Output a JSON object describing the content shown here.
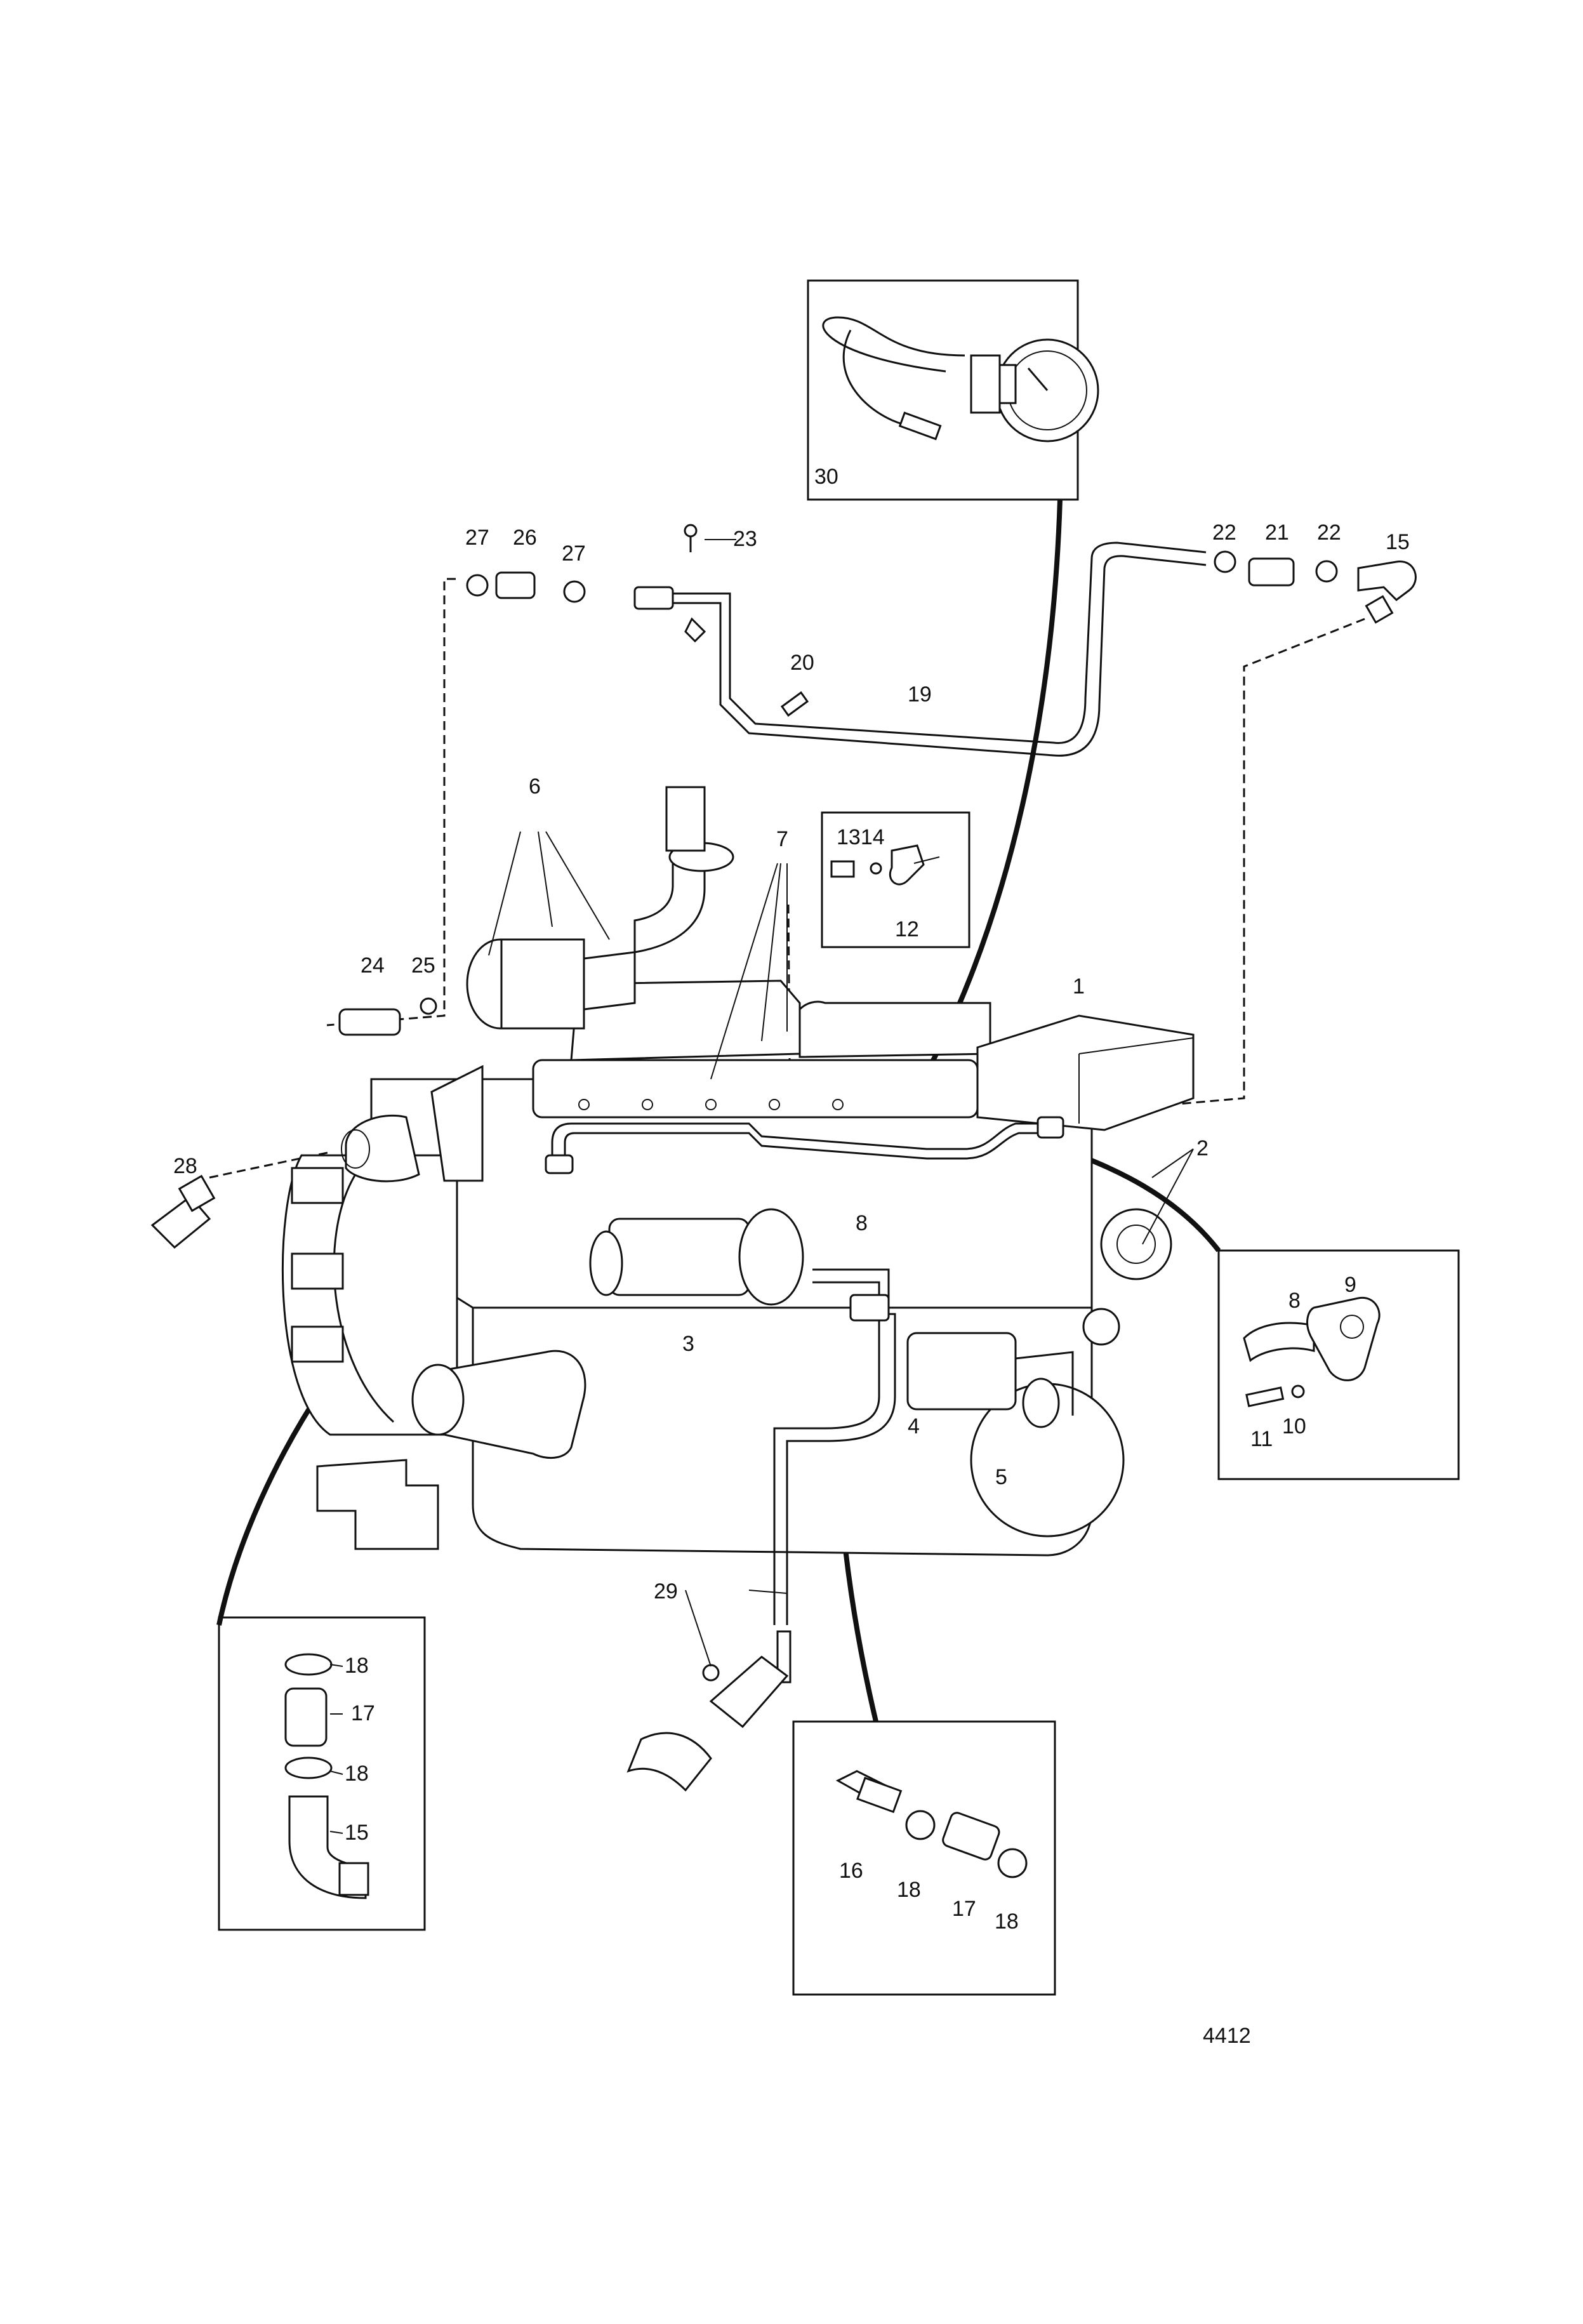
{
  "diagram": {
    "figure_number": "4412",
    "callouts": {
      "c1": "1",
      "c2": "2",
      "c3": "3",
      "c4": "4",
      "c5": "5",
      "c6": "6",
      "c7": "7",
      "c8": "8",
      "c9": "9",
      "c10": "10",
      "c11": "11",
      "c12": "12",
      "c13_14": "1314",
      "c15": "15",
      "c16": "16",
      "c17": "17",
      "c18": "18",
      "c19": "19",
      "c20": "20",
      "c21": "21",
      "c22": "22",
      "c23": "23",
      "c24": "24",
      "c25": "25",
      "c26": "26",
      "c27": "27",
      "c28": "28",
      "c29": "29",
      "c30": "30"
    }
  }
}
